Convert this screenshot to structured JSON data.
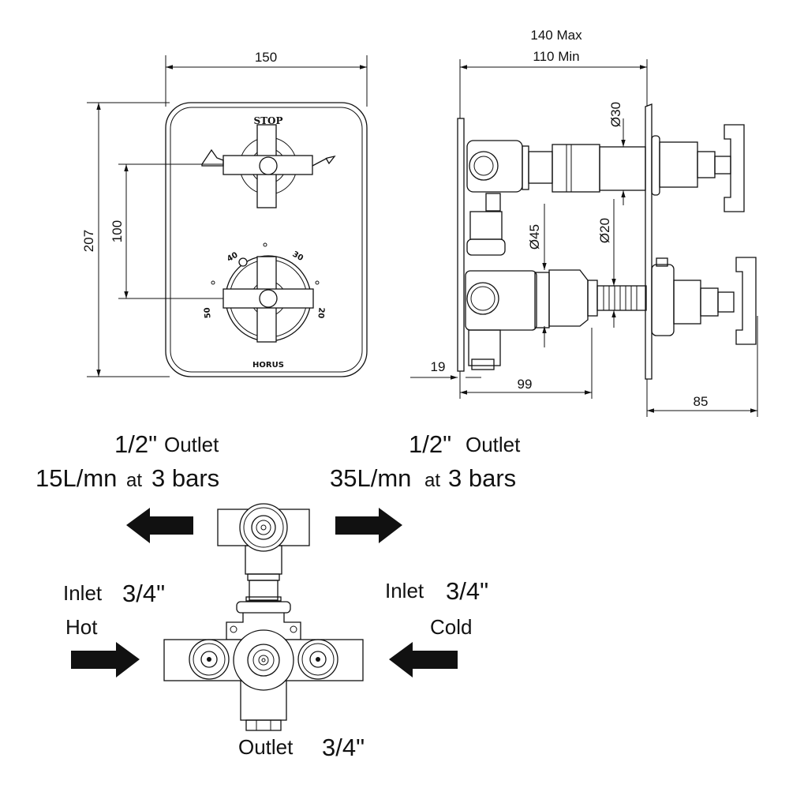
{
  "front_view": {
    "width_dim": "150",
    "height_dim": "207",
    "spacing_dim": "100",
    "stop_label": "STOP",
    "dial_labels": [
      "40",
      "30",
      "50",
      "20"
    ],
    "brand": "HORUS"
  },
  "side_view": {
    "max_dim": "140 Max",
    "min_dim": "110 Min",
    "dia_30": "Ø30",
    "dia_20": "Ø20",
    "dia_45": "Ø45",
    "dim_19": "19",
    "dim_99": "99",
    "dim_85": "85"
  },
  "flow_diagram": {
    "left_outlet_size": "1/2\"",
    "left_outlet_label": "Outlet",
    "left_flow": "15L/mn",
    "left_at": "at",
    "left_pressure": "3 bars",
    "right_outlet_size": "1/2\"",
    "right_outlet_label": "Outlet",
    "right_flow": "35L/mn",
    "right_at": "at",
    "right_pressure": "3 bars",
    "hot_inlet_label": "Inlet",
    "hot_inlet_size": "3/4\"",
    "hot_label": "Hot",
    "cold_inlet_label": "Inlet",
    "cold_inlet_size": "3/4\"",
    "cold_label": "Cold",
    "bottom_outlet_label": "Outlet",
    "bottom_outlet_size": "3/4\""
  }
}
